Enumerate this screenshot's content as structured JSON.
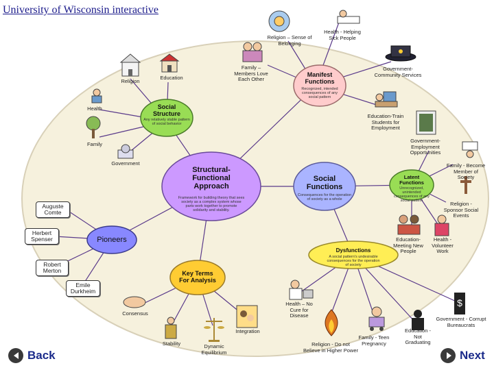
{
  "header": {
    "title": "University of Wisconsin interactive"
  },
  "nodes": {
    "sf": {
      "title": "Structural-\nFunctional\nApproach",
      "sub": "Framework for building theory that sees\nsociety as a complex system whose\nparts work together to promote\nsolidarity and stability."
    },
    "ss": {
      "title": "Social\nStructure",
      "sub": "Any relatively stable pattern\nof social behavior"
    },
    "mf": {
      "title": "Manifest\nFunctions",
      "sub": "Recognized, intended\nconsequences of any\nsocial pattern"
    },
    "sfn": {
      "title": "Social\nFunctions",
      "sub": "Consequences for the operation\nof society as a whole"
    },
    "lf": {
      "title": "Latent\nFunctions",
      "sub": "Unrecognized, unintended\nconsequences of any\nsocial pattern"
    },
    "dys": {
      "title": "Dysfunctions",
      "sub": "A social pattern's undesirable\nconsequences for the operation\nof society"
    },
    "pio": {
      "title": "Pioneers"
    },
    "kt": {
      "title": "Key Terms\nFor Analysis"
    }
  },
  "pioneers": [
    "Auguste\nComte",
    "Herbert\nSpenser",
    "Robert\nMerton",
    "Emile\nDurkheim"
  ],
  "labels": {
    "religion_left": "Religion",
    "education_left": "Education",
    "health_left": "Health",
    "family_left": "Family",
    "government_left": "Government",
    "mf_religion": "Religion – Sense of\nBelonging",
    "mf_health": "Health - Helping\nSick People",
    "mf_family": "Family –\nMembers Love\nEach Other",
    "mf_government": "Government-\nCommunity Services",
    "mf_education": "Education-Train\nStudents for\nEmployment",
    "lf_government": "Government-\nEmployment\nOpportunities",
    "lf_family": "Family - Become\nMember of\nSociety",
    "lf_religion": "Religion -\nSponsor Social\nEvents",
    "lf_education": "Education-\nMeeting New\nPeople",
    "lf_health": "Health -\nVolunteer\nWork",
    "kt_consensus": "Consensus",
    "kt_stability": "Stability",
    "kt_dynamic": "Dynamic\nEquilibrium",
    "kt_integration": "Integration",
    "dys_health": "Health – No\nCure for\nDisease",
    "dys_religion": "Religion - Do not\nBelieve in Higher Power",
    "dys_family": "Family - Teen\nPregnancy",
    "dys_education": "Education -\nNot\nGraduating",
    "dys_government": "Government - Corrupt\nBureaucrats"
  },
  "nav": {
    "back": "Back",
    "next": "Next"
  },
  "colors": {
    "purple": "#cc99ff",
    "pink": "#ffcccc",
    "green": "#99dd55",
    "yellow": "#ffdd44",
    "blue": "#aab4ff",
    "periwinkle": "#8888ff"
  }
}
